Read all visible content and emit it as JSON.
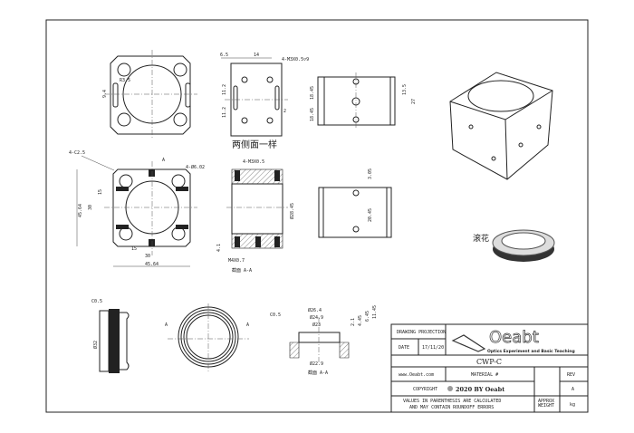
{
  "drawing": {
    "views": {
      "top": {
        "hole_label": "R3.5",
        "dim_side": "9.4"
      },
      "side": {
        "dim_a": "6.5",
        "dim_b": "14",
        "hole_callout": "4-M3X0.5▽9",
        "dim_c": "11.2",
        "dim_d": "11.2",
        "dim_e": "2",
        "note": "两侧面一样"
      },
      "end": {
        "dim_a": "18.45",
        "dim_b": "18.45",
        "dim_c": "13.5",
        "dim_d": "27"
      },
      "front": {
        "chamfer": "4-C2.5",
        "holes": "4-Ø6.02",
        "dim_15v": "15",
        "dim_30v": "30",
        "dim_height": "45.64",
        "dim_15h": "15",
        "dim_30h": "30",
        "dim_width": "45.64",
        "section_mark": "A"
      },
      "section": {
        "thread": "4-M3X0.5",
        "bore": "Ø28.45",
        "dim_h": "4.1",
        "thread2": "M4X0.7",
        "caption": "截面 A-A"
      },
      "right": {
        "dim_a": "3.05",
        "dim_b": "20.45"
      },
      "knurl_label": "滚花",
      "ring_side": {
        "chamfer": "C0.5",
        "dia": "Ø32"
      },
      "ring_front": {
        "section_mark": "A"
      },
      "ring_section": {
        "chamfer": "C0.5",
        "d1": "Ø26.4",
        "d2": "Ø24.9",
        "d3": "Ø23",
        "d4": "Ø22.9",
        "h1": "2.1",
        "h2": "4.45",
        "h3": "6.45",
        "h4": "11.45",
        "caption": "截面 A-A"
      }
    }
  },
  "title_block": {
    "projection_label": "DRAWING PROJECTION",
    "date_label": "DATE",
    "date": "17/11/20",
    "logo": "Oeabt",
    "logo_tagline": "Optics Experiment and Basic Teaching",
    "part_name": "CWP-C",
    "website": "www.Oeabt.com",
    "material_label": "MATERIAL #",
    "rev_label": "REV",
    "rev": "A",
    "copyright_label": "COPYRIGHT",
    "copyright": "2020 BY Oeabt",
    "note_line1": "VALUES IN PARENTHESIS ARE CALCULATED",
    "note_line2": "AND MAY CONTAIN ROUNDOFF ERRORS",
    "weight_label": "APPROX WEIGHT",
    "weight_unit": "kg"
  }
}
